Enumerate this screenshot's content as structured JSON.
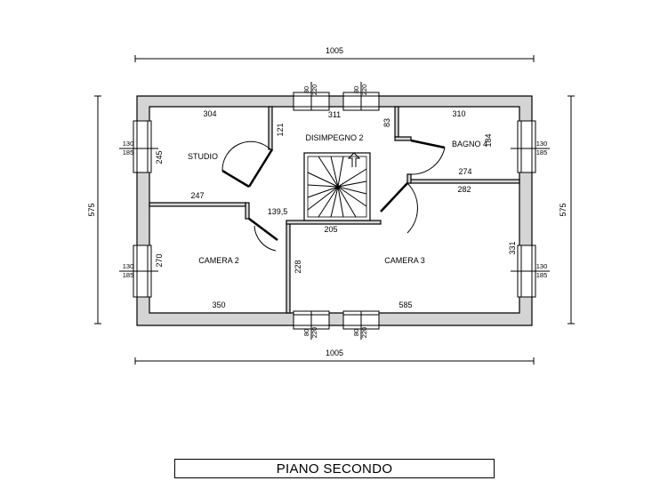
{
  "title": "PIANO SECONDO",
  "overall": {
    "width_top": "1005",
    "width_bottom": "1005",
    "height_left": "575",
    "height_right": "575"
  },
  "rooms": {
    "studio": "STUDIO",
    "disimpegno": "DISIMPEGNO 2",
    "bagno": "BAGNO 4",
    "camera2": "CAMERA 2",
    "camera3": "CAMERA 3"
  },
  "dims": {
    "d304": "304",
    "d311": "311",
    "d310": "310",
    "d121": "121",
    "d83": "83",
    "d245": "245",
    "d247": "247",
    "d1395": "139,5",
    "d184": "184",
    "d274": "274",
    "d282": "282",
    "d205": "205",
    "d270": "270",
    "d228": "228",
    "d331": "331",
    "d350": "350",
    "d585": "585"
  },
  "windows": {
    "top_left": {
      "w": "80",
      "h": "220"
    },
    "top_right": {
      "w": "80",
      "h": "220"
    },
    "bottom_left": {
      "w": "80",
      "h": "220"
    },
    "bottom_right": {
      "w": "80",
      "h": "220"
    },
    "left_top": {
      "w": "130",
      "h": "185"
    },
    "left_bottom": {
      "w": "130",
      "h": "185"
    },
    "right_top": {
      "w": "130",
      "h": "185"
    },
    "right_bottom": {
      "w": "130",
      "h": "185"
    }
  }
}
